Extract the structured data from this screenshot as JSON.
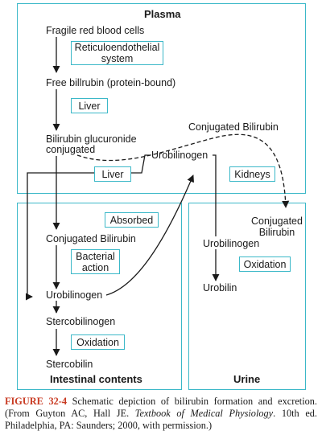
{
  "panels": {
    "plasma": "Plasma",
    "intestinal": "Intestinal contents",
    "urine": "Urine"
  },
  "nodes": {
    "fragile_rbc": "Fragile red blood cells",
    "free_bilirubin": "Free billrubin (protein-bound)",
    "bilirubin_glucuronide_1": "Bilirubin glucuronide",
    "bilirubin_glucuronide_2": "conjugated",
    "conjugated_bilirubin_plasma": "Conjugated Bilirubin",
    "urobilinogen_plasma": "Urobilinogen",
    "conjugated_bilirubin_intestine": "Conjugated Bilirubin",
    "urobilinogen_intestine": "Urobilinogen",
    "stercobilinogen": "Stercobilinogen",
    "stercobilin": "Stercobilin",
    "conjugated_bilirubin_urine": "Conjugated\nBilirubin",
    "urobilinogen_urine": "Urobilinogen",
    "urobilin": "Urobilin"
  },
  "boxes": {
    "reticuloendothelial": "Reticuloendothelial\nsystem",
    "liver_1": "Liver",
    "liver_2": "Liver",
    "kidneys": "Kidneys",
    "absorbed": "Absorbed",
    "bacterial_action": "Bacterial\naction",
    "oxidation_intestine": "Oxidation",
    "oxidation_urine": "Oxidation"
  },
  "caption": {
    "label": "FIGURE 32-4",
    "text_1": "Schematic depiction of bilirubin formation and excretion. (From Guyton AC, Hall JE. ",
    "book": "Textbook of Medical Physiology",
    "text_2": ". 10th ed. Philadelphia, PA: Saunders; 2000, with permission.)"
  },
  "colors": {
    "panel_border": "#3bb8c8",
    "caption_label": "#c83a22",
    "line": "#1a1a1a"
  }
}
